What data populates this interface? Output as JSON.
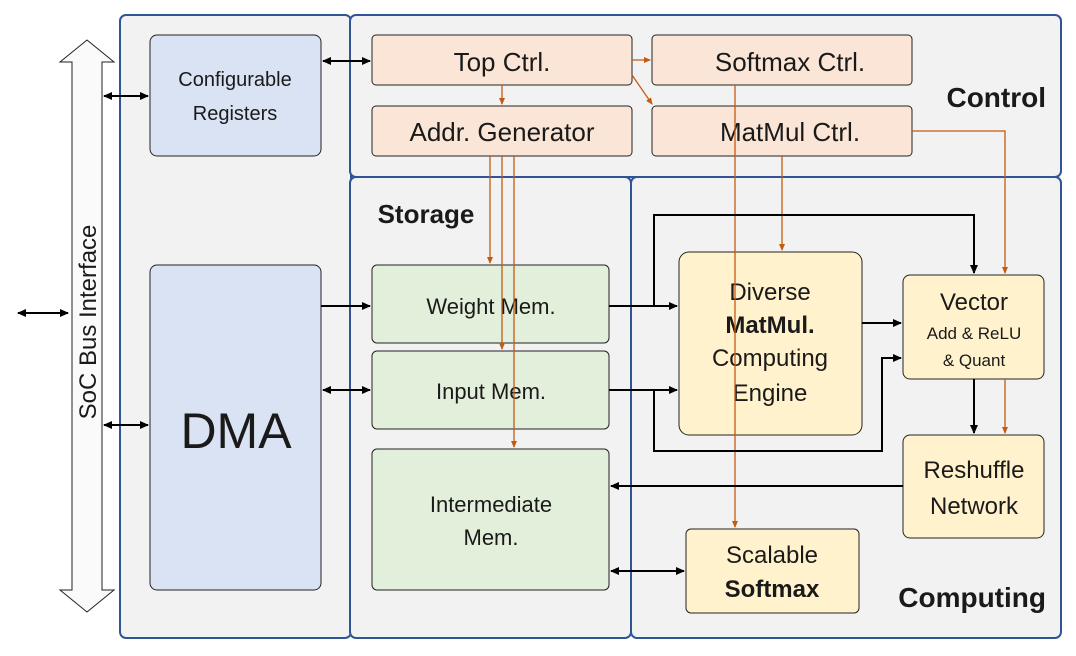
{
  "regions": {
    "control": "Control",
    "storage": "Storage",
    "computing": "Computing"
  },
  "bus": {
    "label": "SoC Bus Interface"
  },
  "blocks": {
    "config_registers": [
      "Configurable",
      "Registers"
    ],
    "dma": "DMA",
    "top_ctrl": "Top Ctrl.",
    "softmax_ctrl": "Softmax Ctrl.",
    "addr_generator": "Addr. Generator",
    "matmul_ctrl": "MatMul Ctrl.",
    "weight_mem": "Weight Mem.",
    "input_mem": "Input Mem.",
    "intermediate_mem": [
      "Intermediate",
      "Mem."
    ],
    "matmul_engine": [
      "Diverse",
      "MatMul.",
      "Computing",
      "Engine"
    ],
    "vector": [
      "Vector",
      "Add & ReLU",
      "& Quant"
    ],
    "reshuffle": [
      "Reshuffle",
      "Network"
    ],
    "softmax": [
      "Scalable",
      "Softmax"
    ]
  },
  "colors": {
    "region_border": "#2f5597",
    "region_fill": "#f2f2f2",
    "control_blocks": "#fbe5d6",
    "storage_blocks": "#e2efda",
    "compute_blocks": "#fff2cc",
    "interface_blocks": "#dae3f3",
    "control_lines": "#c55a11",
    "data_lines": "#000000"
  }
}
